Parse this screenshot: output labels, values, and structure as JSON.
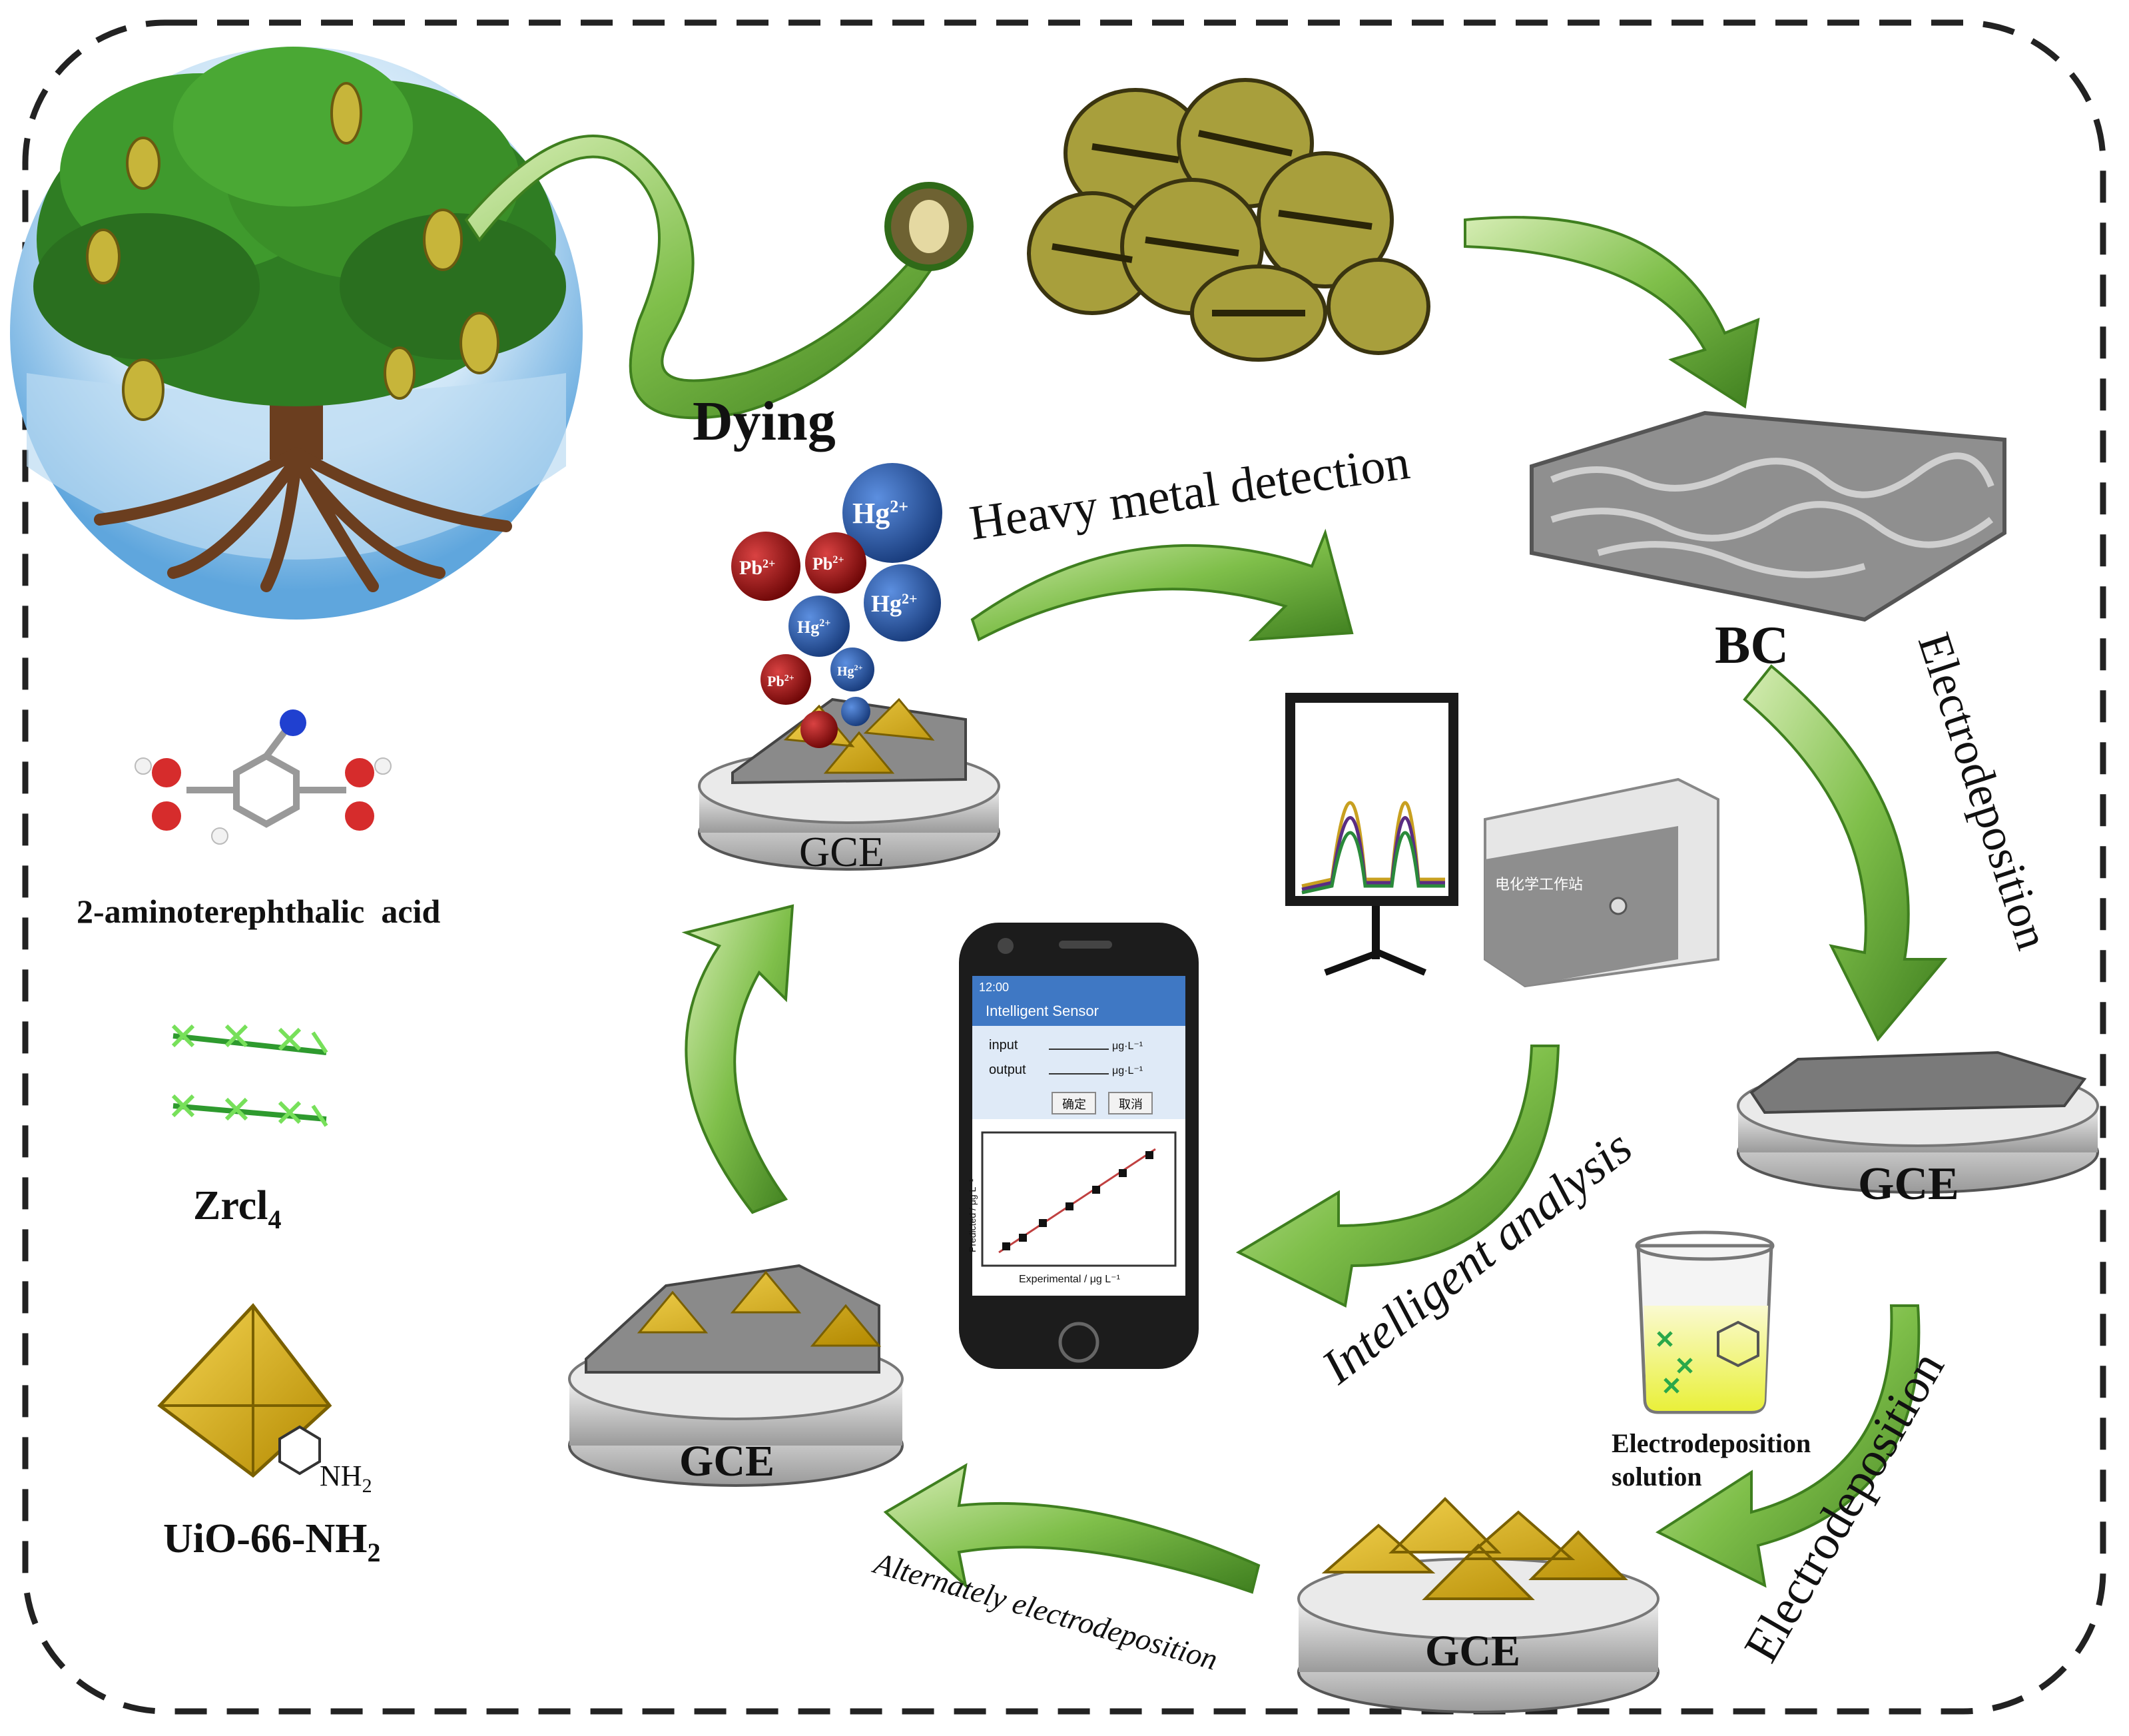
{
  "labels": {
    "dying": "Dying",
    "heavy_metal_detection": "Heavy metal detection",
    "bc": "BC",
    "electrodeposition_right": "Electrodeposition",
    "electrodeposition_bottom": "Electrodeposition",
    "intelligent_analysis": "Intelligent analysis",
    "alternately_electrodeposition": "Alternately electrodeposition",
    "electrodeposition_solution_line1": "Electrodeposition",
    "electrodeposition_solution_line2": "solution",
    "gce": "GCE"
  },
  "legend": {
    "aminoterephthalic": "2-aminoterephthalic  acid",
    "zrcl4_main": "Zrcl",
    "zrcl4_sub": "4",
    "uio_main": "UiO-66-NH",
    "uio_sub": "2",
    "nh2_main": "NH",
    "nh2_sub": "2"
  },
  "ions": {
    "hg": "Hg",
    "pb": "Pb",
    "charge": "2+"
  },
  "phone": {
    "time": "12:00",
    "title": "Intelligent Sensor",
    "input_label": "input",
    "output_label": "output",
    "unit": "μg·L⁻¹",
    "confirm": "确定",
    "cancel": "取消",
    "xlabel": "Experimental / μg L⁻¹",
    "ylabel": "Predicted / μg L⁻¹"
  },
  "workstation_label": "电化学工作站",
  "colors": {
    "arrow_green": "#5a9a2c",
    "arrow_light": "#c8e6a0",
    "gold": "#d4a800",
    "hg_blue": "#1f4e9c",
    "pb_red": "#9b1010"
  }
}
